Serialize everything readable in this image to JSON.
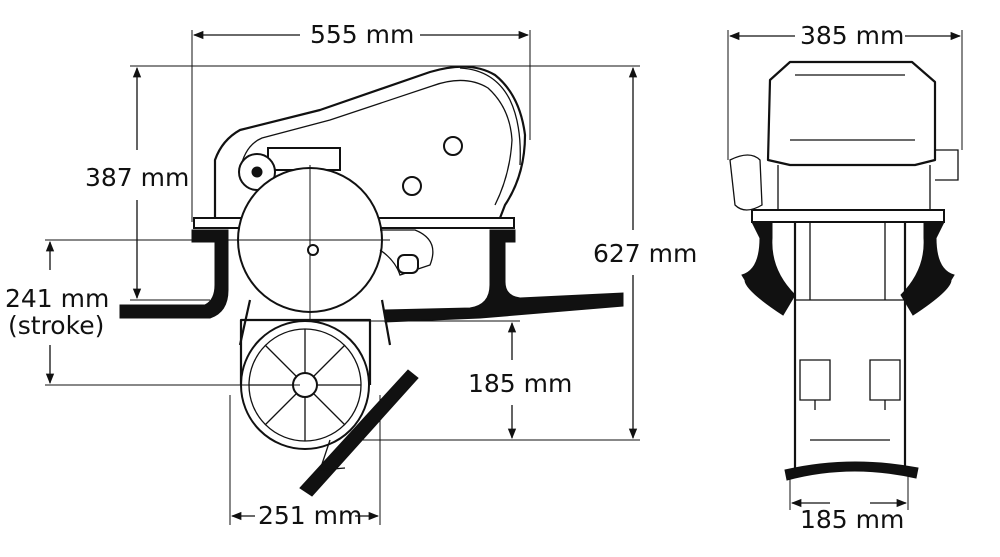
{
  "dimensions": {
    "length": "555 mm",
    "height_above_hull": "387 mm",
    "stroke_value": "241 mm",
    "stroke_label": "(stroke)",
    "total_height": "627 mm",
    "tunnel_height": "185 mm",
    "tunnel_length": "251 mm",
    "width": "385 mm",
    "bottom_width": "185 mm"
  }
}
